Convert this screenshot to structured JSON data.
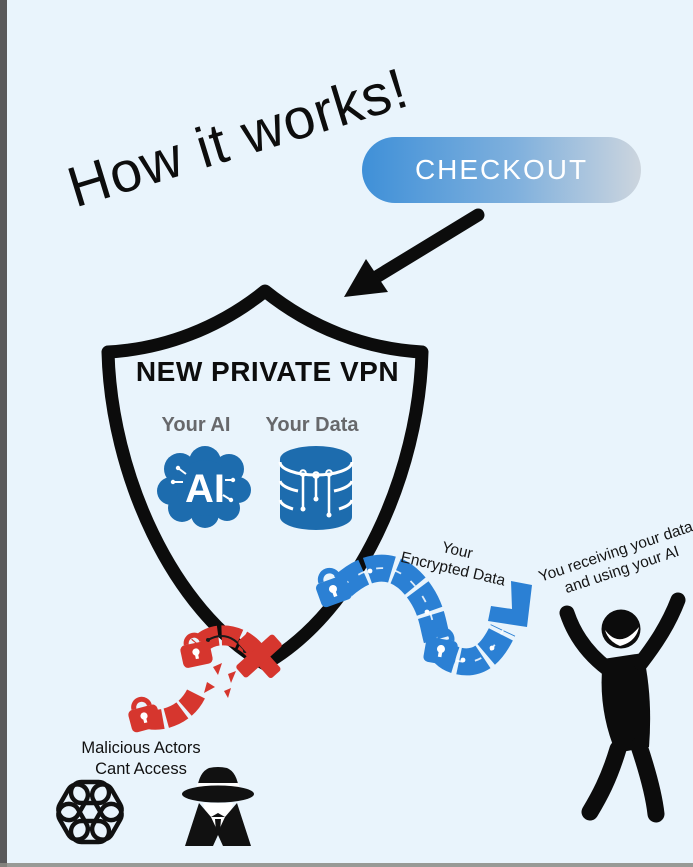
{
  "title": {
    "text": "How it works!"
  },
  "checkout_button": {
    "label": "CHECKOUT"
  },
  "shield": {
    "title": "NEW PRIVATE VPN",
    "items": [
      {
        "label": "Your AI",
        "icon": "ai-brain-icon",
        "icon_text": "AI"
      },
      {
        "label": "Your Data",
        "icon": "database-icon"
      }
    ]
  },
  "labels": {
    "encrypted": {
      "line1": "Your",
      "line2": "Encrypted Data"
    },
    "receiving": {
      "line1": "You receiving your data",
      "line2": "and using your AI"
    },
    "blocked": {
      "line1": "Malicious Actors",
      "line2": "Cant Access"
    }
  },
  "icons": {
    "arrow": "arrow-down-left-icon",
    "shield_outline": "shield-outline",
    "encrypted_chain": "encrypted-chain-icon",
    "broken_chain": "broken-chain-icon",
    "padlock": "padlock-icon",
    "blocked_cross": "blocked-cross-icon",
    "bracket": "data-connector-bracket-icon",
    "person": "celebrating-person-icon",
    "openai": "openai-logo-icon",
    "spy": "spy-icon"
  },
  "colors": {
    "background": "#e9f4fc",
    "edge_left": "#59595b",
    "ink": "#0d0d0d",
    "label_gray": "#67686b",
    "icon_blue": "#1d6cae",
    "chain_blue": "#2b80d4",
    "chain_red": "#d6362e",
    "checkout_gradient_from": "#3f90d8",
    "checkout_gradient_to": "#ccd5de"
  }
}
